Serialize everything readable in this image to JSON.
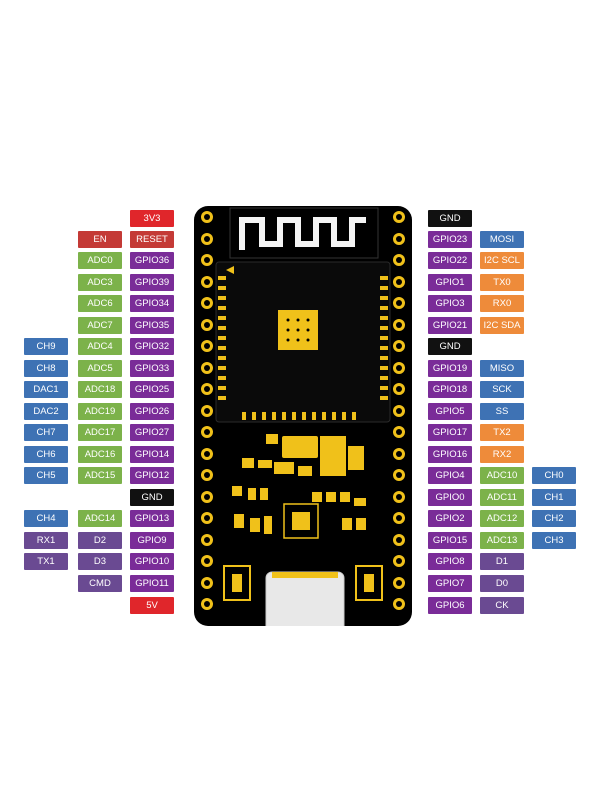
{
  "colors": {
    "power": "#e0262b",
    "ground": "#111111",
    "gpio": "#7a2c98",
    "enable": "#c43a36",
    "adc": "#7cb24a",
    "touch": "#3e72b4",
    "dac": "#3e72b4",
    "spi": "#3e72b4",
    "uart": "#ee8b3a",
    "i2c": "#ee8b3a",
    "flash": "#6a4a92",
    "board": "#000000",
    "pad": "#f0c11a"
  },
  "left_pins": [
    {
      "label": "3V3",
      "kind": "power"
    },
    {
      "label": "RESET",
      "kind": "enable",
      "alt": [
        {
          "label": "EN",
          "kind": "enable"
        }
      ]
    },
    {
      "label": "GPIO36",
      "kind": "gpio",
      "alt": [
        {
          "label": "ADC0",
          "kind": "adc"
        }
      ]
    },
    {
      "label": "GPIO39",
      "kind": "gpio",
      "alt": [
        {
          "label": "ADC3",
          "kind": "adc"
        }
      ]
    },
    {
      "label": "GPIO34",
      "kind": "gpio",
      "alt": [
        {
          "label": "ADC6",
          "kind": "adc"
        }
      ]
    },
    {
      "label": "GPIO35",
      "kind": "gpio",
      "alt": [
        {
          "label": "ADC7",
          "kind": "adc"
        }
      ]
    },
    {
      "label": "GPIO32",
      "kind": "gpio",
      "alt": [
        {
          "label": "ADC4",
          "kind": "adc"
        },
        {
          "label": "CH9",
          "kind": "touch"
        }
      ]
    },
    {
      "label": "GPIO33",
      "kind": "gpio",
      "alt": [
        {
          "label": "ADC5",
          "kind": "adc"
        },
        {
          "label": "CH8",
          "kind": "touch"
        }
      ]
    },
    {
      "label": "GPIO25",
      "kind": "gpio",
      "alt": [
        {
          "label": "ADC18",
          "kind": "adc"
        },
        {
          "label": "DAC1",
          "kind": "dac"
        }
      ]
    },
    {
      "label": "GPIO26",
      "kind": "gpio",
      "alt": [
        {
          "label": "ADC19",
          "kind": "adc"
        },
        {
          "label": "DAC2",
          "kind": "dac"
        }
      ]
    },
    {
      "label": "GPIO27",
      "kind": "gpio",
      "alt": [
        {
          "label": "ADC17",
          "kind": "adc"
        },
        {
          "label": "CH7",
          "kind": "touch"
        }
      ]
    },
    {
      "label": "GPIO14",
      "kind": "gpio",
      "alt": [
        {
          "label": "ADC16",
          "kind": "adc"
        },
        {
          "label": "CH6",
          "kind": "touch"
        }
      ]
    },
    {
      "label": "GPIO12",
      "kind": "gpio",
      "alt": [
        {
          "label": "ADC15",
          "kind": "adc"
        },
        {
          "label": "CH5",
          "kind": "touch"
        }
      ]
    },
    {
      "label": "GND",
      "kind": "ground"
    },
    {
      "label": "GPIO13",
      "kind": "gpio",
      "alt": [
        {
          "label": "ADC14",
          "kind": "adc"
        },
        {
          "label": "CH4",
          "kind": "touch"
        }
      ]
    },
    {
      "label": "GPIO9",
      "kind": "gpio",
      "alt": [
        {
          "label": "D2",
          "kind": "flash"
        },
        {
          "label": "RX1",
          "kind": "flash"
        }
      ]
    },
    {
      "label": "GPIO10",
      "kind": "gpio",
      "alt": [
        {
          "label": "D3",
          "kind": "flash"
        },
        {
          "label": "TX1",
          "kind": "flash"
        }
      ]
    },
    {
      "label": "GPIO11",
      "kind": "gpio",
      "alt": [
        {
          "label": "CMD",
          "kind": "flash"
        }
      ]
    },
    {
      "label": "5V",
      "kind": "power"
    }
  ],
  "right_pins": [
    {
      "label": "GND",
      "kind": "ground"
    },
    {
      "label": "GPIO23",
      "kind": "gpio",
      "alt": [
        {
          "label": "MOSI",
          "kind": "spi"
        }
      ]
    },
    {
      "label": "GPIO22",
      "kind": "gpio",
      "alt": [
        {
          "label": "I2C SCL",
          "kind": "i2c"
        }
      ]
    },
    {
      "label": "GPIO1",
      "kind": "gpio",
      "alt": [
        {
          "label": "TX0",
          "kind": "uart"
        }
      ]
    },
    {
      "label": "GPIO3",
      "kind": "gpio",
      "alt": [
        {
          "label": "RX0",
          "kind": "uart"
        }
      ]
    },
    {
      "label": "GPIO21",
      "kind": "gpio",
      "alt": [
        {
          "label": "I2C SDA",
          "kind": "i2c"
        }
      ]
    },
    {
      "label": "GND",
      "kind": "ground"
    },
    {
      "label": "GPIO19",
      "kind": "gpio",
      "alt": [
        {
          "label": "MISO",
          "kind": "spi"
        }
      ]
    },
    {
      "label": "GPIO18",
      "kind": "gpio",
      "alt": [
        {
          "label": "SCK",
          "kind": "spi"
        }
      ]
    },
    {
      "label": "GPIO5",
      "kind": "gpio",
      "alt": [
        {
          "label": "SS",
          "kind": "spi"
        }
      ]
    },
    {
      "label": "GPIO17",
      "kind": "gpio",
      "alt": [
        {
          "label": "TX2",
          "kind": "uart"
        }
      ]
    },
    {
      "label": "GPIO16",
      "kind": "gpio",
      "alt": [
        {
          "label": "RX2",
          "kind": "uart"
        }
      ]
    },
    {
      "label": "GPIO4",
      "kind": "gpio",
      "alt": [
        {
          "label": "ADC10",
          "kind": "adc"
        },
        {
          "label": "CH0",
          "kind": "touch"
        }
      ]
    },
    {
      "label": "GPIO0",
      "kind": "gpio",
      "alt": [
        {
          "label": "ADC11",
          "kind": "adc"
        },
        {
          "label": "CH1",
          "kind": "touch"
        }
      ]
    },
    {
      "label": "GPIO2",
      "kind": "gpio",
      "alt": [
        {
          "label": "ADC12",
          "kind": "adc"
        },
        {
          "label": "CH2",
          "kind": "touch"
        }
      ]
    },
    {
      "label": "GPIO15",
      "kind": "gpio",
      "alt": [
        {
          "label": "ADC13",
          "kind": "adc"
        },
        {
          "label": "CH3",
          "kind": "touch"
        }
      ]
    },
    {
      "label": "GPIO8",
      "kind": "gpio",
      "alt": [
        {
          "label": "D1",
          "kind": "flash"
        }
      ]
    },
    {
      "label": "GPIO7",
      "kind": "gpio",
      "alt": [
        {
          "label": "D0",
          "kind": "flash"
        }
      ]
    },
    {
      "label": "GPIO6",
      "kind": "gpio",
      "alt": [
        {
          "label": "CK",
          "kind": "flash"
        }
      ]
    }
  ]
}
